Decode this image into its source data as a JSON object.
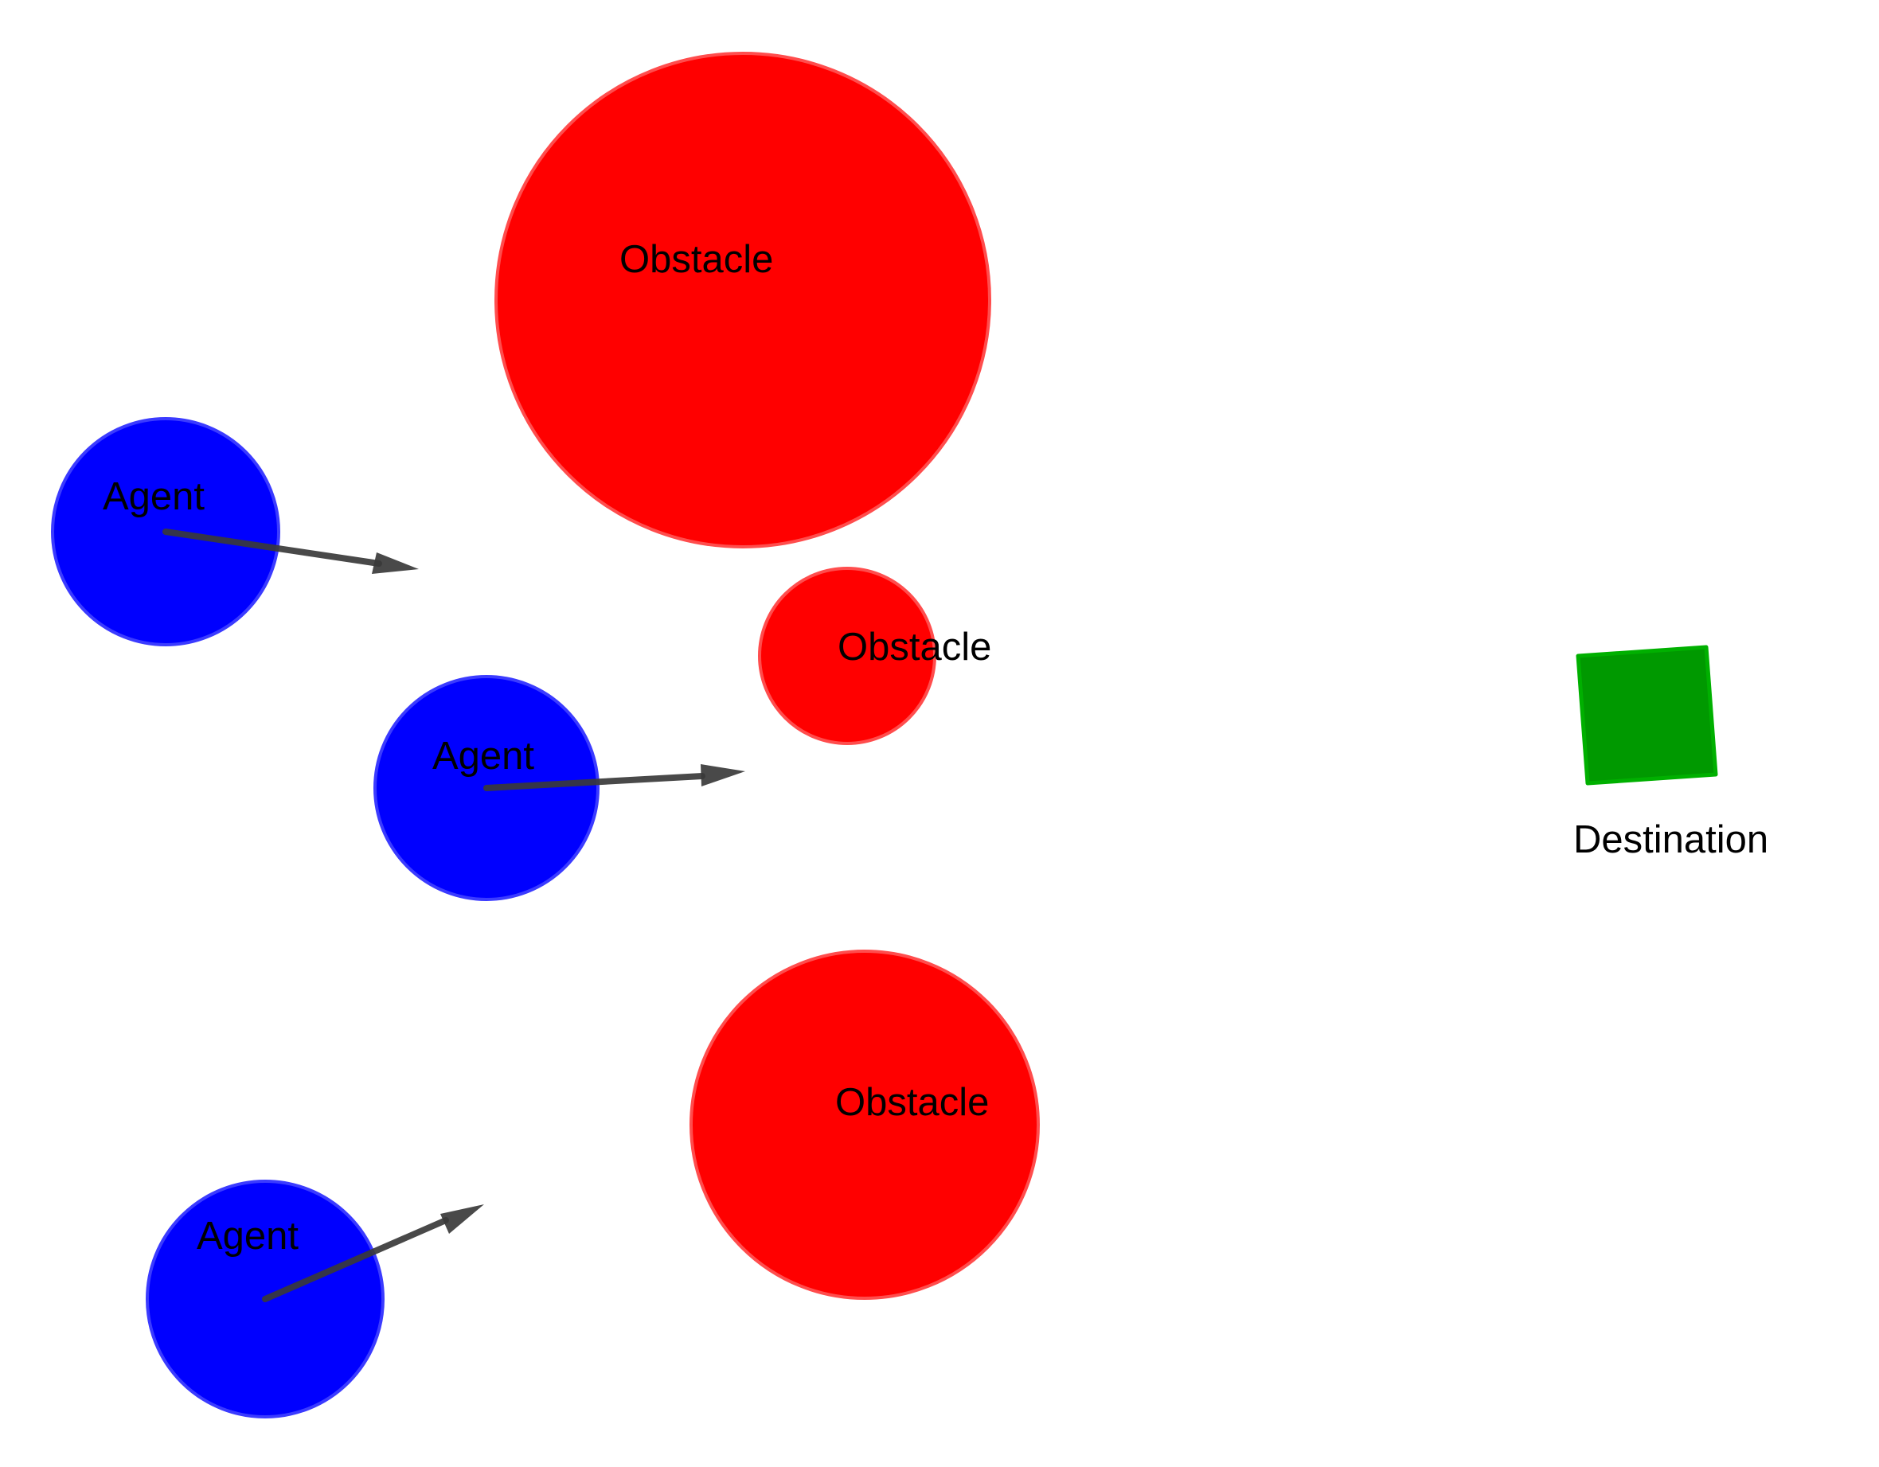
{
  "colors": {
    "agent_fill": "#0000ff",
    "agent_stroke": "#3b3bff",
    "obstacle_fill": "#ff0000",
    "obstacle_stroke": "#ff4d4d",
    "destination_fill": "#009900",
    "destination_stroke": "#00b000",
    "arrow": "#3a3a3a",
    "label": "#000000",
    "background": "#ffffff"
  },
  "obstacles": [
    {
      "label": "Obstacle"
    },
    {
      "label": "Obstacle"
    },
    {
      "label": "Obstacle"
    }
  ],
  "agents": [
    {
      "label": "Agent"
    },
    {
      "label": "Agent"
    },
    {
      "label": "Agent"
    }
  ],
  "destination": {
    "label": "Destination"
  }
}
